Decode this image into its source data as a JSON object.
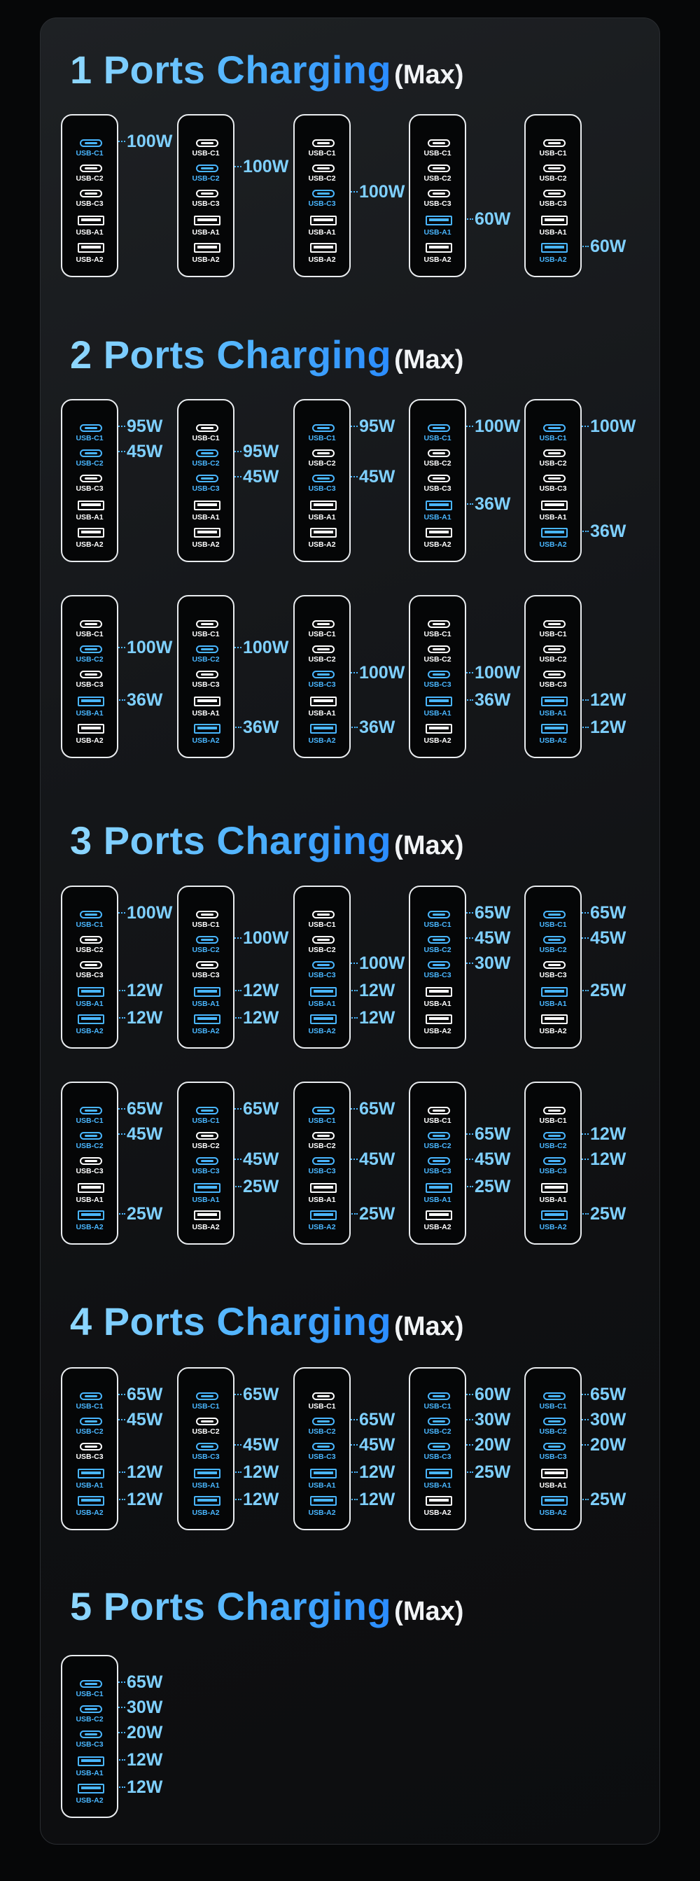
{
  "port_labels": [
    "USB-C1",
    "USB-C2",
    "USB-C3",
    "USB-A1",
    "USB-A2"
  ],
  "sections": [
    {
      "title": "1 Ports Charging",
      "suffix": "(Max)",
      "rows": [
        [
          [
            [
              "100W"
            ],
            null,
            null,
            null,
            null
          ],
          [
            null,
            [
              "100W"
            ],
            null,
            null,
            null
          ],
          [
            null,
            null,
            [
              "100W"
            ],
            null,
            null
          ],
          [
            null,
            null,
            null,
            [
              "60W"
            ],
            null
          ],
          [
            null,
            null,
            null,
            null,
            [
              "60W"
            ]
          ]
        ]
      ]
    },
    {
      "title": "2 Ports Charging",
      "suffix": "(Max)",
      "rows": [
        [
          [
            [
              "95W"
            ],
            [
              "45W"
            ],
            null,
            null,
            null
          ],
          [
            null,
            [
              "95W"
            ],
            [
              "45W"
            ],
            null,
            null
          ],
          [
            [
              "95W"
            ],
            null,
            [
              "45W"
            ],
            null,
            null
          ],
          [
            [
              "100W"
            ],
            null,
            null,
            [
              "36W"
            ],
            null
          ],
          [
            [
              "100W"
            ],
            null,
            null,
            null,
            [
              "36W"
            ]
          ]
        ],
        [
          [
            null,
            [
              "100W"
            ],
            null,
            [
              "36W"
            ],
            null
          ],
          [
            null,
            [
              "100W"
            ],
            null,
            null,
            [
              "36W"
            ]
          ],
          [
            null,
            null,
            [
              "100W"
            ],
            null,
            [
              "36W"
            ]
          ],
          [
            null,
            null,
            [
              "100W"
            ],
            [
              "36W"
            ],
            null
          ],
          [
            null,
            null,
            null,
            [
              "12W"
            ],
            [
              "12W"
            ]
          ]
        ]
      ]
    },
    {
      "title": "3 Ports Charging",
      "suffix": "(Max)",
      "rows": [
        [
          [
            [
              "100W"
            ],
            null,
            null,
            [
              "12W"
            ],
            [
              "12W"
            ]
          ],
          [
            null,
            [
              "100W"
            ],
            null,
            [
              "12W"
            ],
            [
              "12W"
            ]
          ],
          [
            null,
            null,
            [
              "100W"
            ],
            [
              "12W"
            ],
            [
              "12W"
            ]
          ],
          [
            [
              "65W"
            ],
            [
              "45W"
            ],
            [
              "30W"
            ],
            null,
            null
          ],
          [
            [
              "65W"
            ],
            [
              "45W"
            ],
            null,
            [
              "25W"
            ],
            null
          ]
        ],
        [
          [
            [
              "65W"
            ],
            [
              "45W"
            ],
            null,
            null,
            [
              "25W"
            ]
          ],
          [
            [
              "65W"
            ],
            null,
            [
              "45W"
            ],
            [
              "25W"
            ],
            null
          ],
          [
            [
              "65W"
            ],
            null,
            [
              "45W"
            ],
            null,
            [
              "25W"
            ]
          ],
          [
            null,
            [
              "65W"
            ],
            [
              "45W"
            ],
            [
              "25W"
            ],
            null
          ],
          [
            null,
            [
              "12W"
            ],
            [
              "12W"
            ],
            null,
            [
              "25W"
            ]
          ]
        ]
      ]
    },
    {
      "title": "4 Ports Charging",
      "suffix": "(Max)",
      "rows": [
        [
          [
            [
              "65W"
            ],
            [
              "45W"
            ],
            null,
            [
              "12W"
            ],
            [
              "12W"
            ]
          ],
          [
            [
              "65W"
            ],
            null,
            [
              "45W"
            ],
            [
              "12W"
            ],
            [
              "12W"
            ]
          ],
          [
            null,
            [
              "65W"
            ],
            [
              "45W"
            ],
            [
              "12W"
            ],
            [
              "12W"
            ]
          ],
          [
            [
              "60W"
            ],
            [
              "30W"
            ],
            [
              "20W"
            ],
            [
              "25W"
            ],
            null
          ],
          [
            [
              "65W"
            ],
            [
              "30W"
            ],
            [
              "20W"
            ],
            null,
            [
              "25W"
            ]
          ]
        ]
      ]
    },
    {
      "title": "5 Ports Charging",
      "suffix": "(Max)",
      "rows": [
        [
          [
            [
              "65W"
            ],
            [
              "30W"
            ],
            [
              "20W"
            ],
            [
              "12W"
            ],
            [
              "12W"
            ]
          ]
        ]
      ]
    }
  ],
  "colors": {
    "accent": "#49b6ff",
    "wattage": "#7fd0ff",
    "inactive": "#ffffff",
    "title_gradient": [
      "#8fd8ff",
      "#2a8cff"
    ]
  }
}
